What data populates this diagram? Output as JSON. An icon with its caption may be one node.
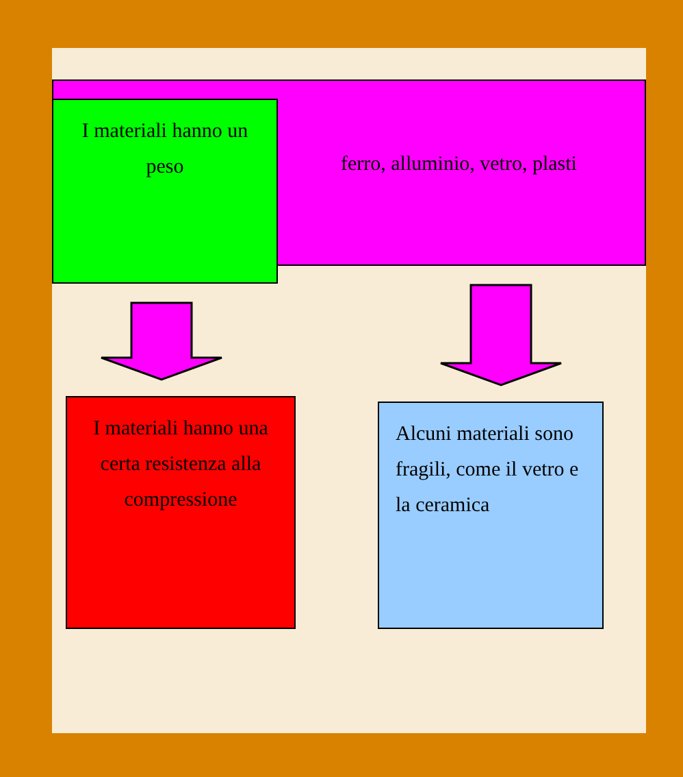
{
  "diagram": {
    "nodes": [
      {
        "text": [
          "ferro, alluminio, vetro, plasti"
        ]
      },
      {
        "text": [
          "I materiali hanno un peso"
        ]
      },
      {
        "text": [
          "I materiali hanno una certa resistenza alla compressione"
        ]
      },
      {
        "text": [
          "Alcuni materiali sono fragili, come il vetro e la ceramica"
        ]
      }
    ],
    "edges": [
      {
        "from": 1,
        "to": 2,
        "arrow": "to"
      },
      {
        "from": 0,
        "to": 3,
        "arrow": "to"
      }
    ]
  }
}
